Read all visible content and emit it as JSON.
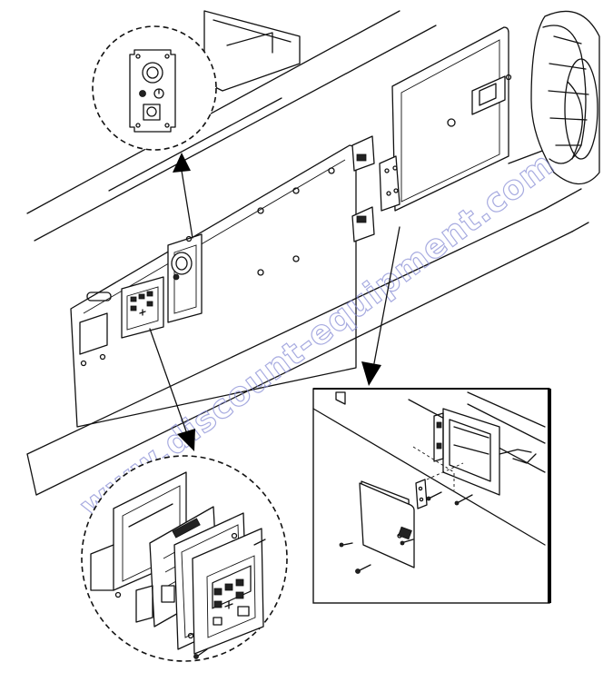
{
  "watermark": {
    "text": "www.discount-equipment.com",
    "color": "#8a8fd6"
  },
  "callouts": [
    {
      "name": "base-control-switch-detail",
      "shape": "dashed-circle"
    },
    {
      "name": "base-control-panel-exploded",
      "shape": "dashed-circle"
    },
    {
      "name": "access-door-exploded",
      "shape": "solid-box"
    }
  ]
}
